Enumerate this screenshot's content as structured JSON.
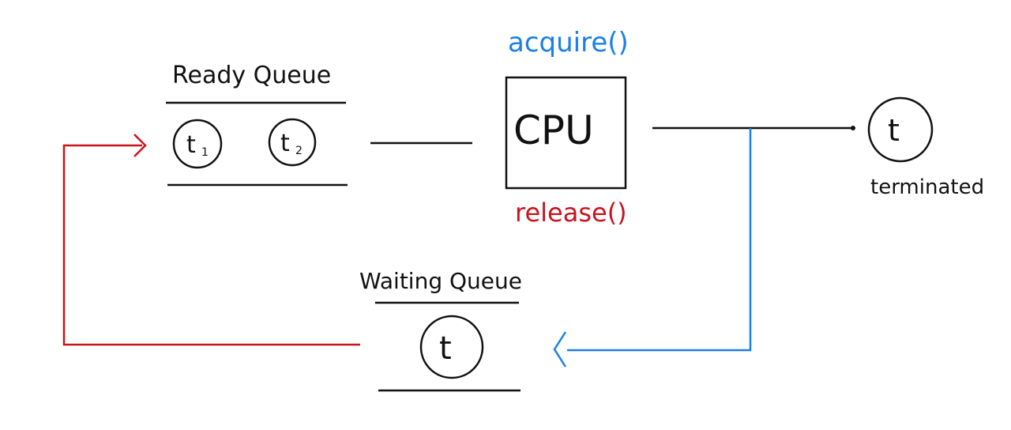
{
  "colors": {
    "ink": "#111111",
    "acquire": "#1a7fe8",
    "release": "#c8141e"
  },
  "ready_queue": {
    "label": "Ready Queue",
    "threads": [
      {
        "name": "t",
        "sub": "1"
      },
      {
        "name": "t",
        "sub": "2"
      }
    ]
  },
  "cpu": {
    "label": "CPU",
    "acquire": "acquire()",
    "release": "release()"
  },
  "terminated": {
    "thread": "t",
    "label": "terminated"
  },
  "waiting_queue": {
    "label": "Waiting Queue",
    "thread": "t"
  }
}
